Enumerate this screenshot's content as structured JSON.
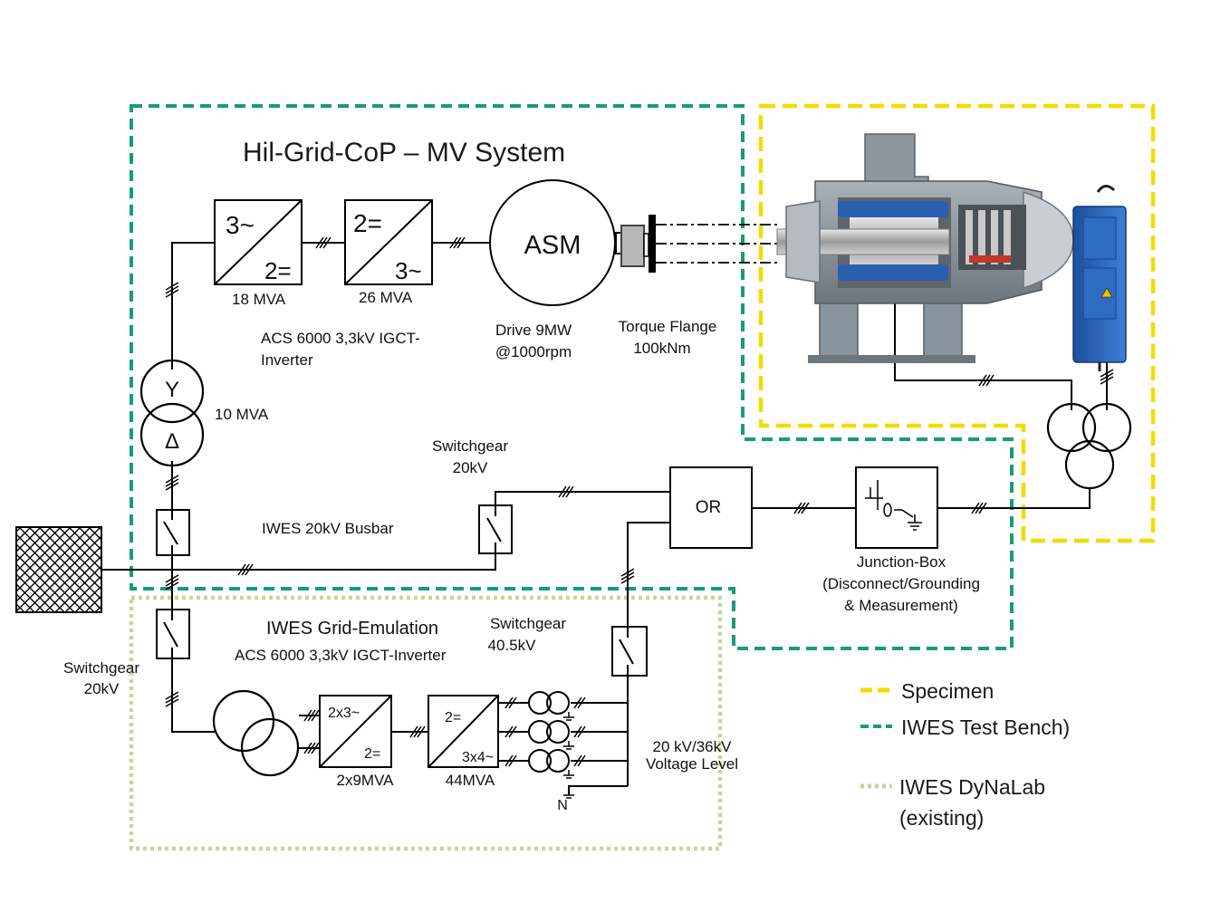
{
  "title": "Hil-Grid-CoP – MV System",
  "converters": {
    "c1": {
      "top": "3~",
      "bottom": "2=",
      "rating": "18 MVA"
    },
    "c2": {
      "top": "2=",
      "bottom": "3~",
      "rating": "26 MVA"
    },
    "c3": {
      "top": "2x3~",
      "bottom": "2=",
      "rating": "2x9MVA"
    },
    "c4": {
      "top": "2=",
      "bottom": "3x4~",
      "rating": "44MVA"
    }
  },
  "motor": {
    "label": "ASM",
    "line1": "Drive 9MW",
    "line2": "@1000rpm"
  },
  "torque_flange": {
    "line1": "Torque Flange",
    "line2": "100kNm"
  },
  "inverter_note": {
    "line1": "ACS 6000  3,3kV IGCT-",
    "line2": "Inverter"
  },
  "transformer_main": {
    "top_symbol": "Y",
    "bottom_symbol": "Δ",
    "rating": "10  MVA"
  },
  "busbar_label": "IWES 20kV Busbar",
  "switchgear_top": {
    "line1": "Switchgear",
    "line2": "20kV"
  },
  "switchgear_left": {
    "line1": "Switchgear",
    "line2": "20kV"
  },
  "switchgear_40": {
    "line1": "Switchgear",
    "line2": "40.5kV"
  },
  "or_box": "OR",
  "junction_box": {
    "line1": "Junction-Box",
    "line2": "(Disconnect/Grounding",
    "line3": "& Measurement)"
  },
  "grid_emulation": {
    "title": "IWES Grid-Emulation",
    "subtitle": "ACS 6000  3,3kV IGCT-Inverter"
  },
  "voltage_level": {
    "line1": "20 kV/36kV",
    "line2": "Voltage Level"
  },
  "neutral_label": "N",
  "legend": {
    "specimen": "Specimen",
    "test_bench": "IWES Test Bench)",
    "dynalab_line1": "IWES DyNaLab",
    "dynalab_line2": "(existing)"
  },
  "colors": {
    "specimen": "#f2dc00",
    "test_bench": "#1a9a7a",
    "dynalab": "#c5d89a",
    "motor_body": "#8a949c",
    "stator_blue": "#2a5fb0"
  }
}
